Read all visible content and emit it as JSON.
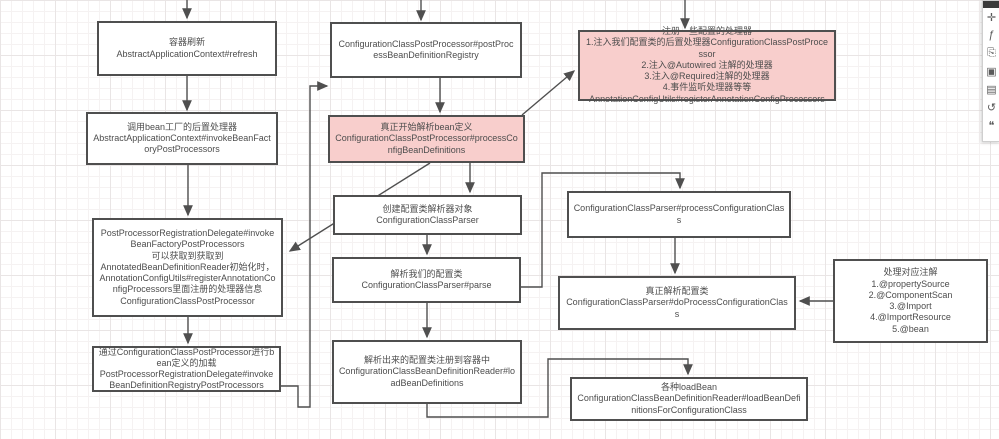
{
  "diagram": {
    "nodes": [
      {
        "id": "refresh",
        "style": "plain",
        "text": "容器刷新\nAbstractApplicationContext#refresh"
      },
      {
        "id": "invoke-bean-factory-post-processors",
        "style": "plain",
        "text": "调用bean工厂的后置处理器\nAbstractApplicationContext#invokeBeanFactoryPostProcessors"
      },
      {
        "id": "delegate-invoke",
        "style": "plain",
        "text": "PostProcessorRegistrationDelegate#invokeBeanFactoryPostProcessors\n可以获取到获取到\nAnnotatedBeanDefinitionReader初始化时，\nAnnotationConfigUtils#registerAnnotationConfigProcessors里面注册的处理器信息\nConfigurationClassPostProcessor"
      },
      {
        "id": "bean-definition-loading",
        "style": "plain",
        "text": "通过ConfigurationClassPostProcessor进行bean定义的加载\nPostProcessorRegistrationDelegate#invokeBeanDefinitionRegistryPostProcessors"
      },
      {
        "id": "post-process-bean-definition-registry",
        "style": "plain",
        "text": "ConfigurationClassPostProcessor#postProcessBeanDefinitionRegistry"
      },
      {
        "id": "process-config-bean-definitions",
        "style": "pink",
        "text": "真正开始解析bean定义\nConfigurationClassPostProcessor#processConfigBeanDefinitions"
      },
      {
        "id": "register-annotation-config-processors",
        "style": "pink",
        "text": "注册一些配置的处理器\n1.注入我们配置类的后置处理器ConfigurationClassPostProcessor\n2.注入@Autowired 注解的处理器\n3.注入@Required注解的处理器\n4.事件监听处理器等等\nAnnotationConfigUtils#registerAnnotationConfigProcessors"
      },
      {
        "id": "create-parser",
        "style": "plain",
        "text": "创建配置类解析器对象\nConfigurationClassParser"
      },
      {
        "id": "parser-parse",
        "style": "plain",
        "text": "解析我们的配置类\nConfigurationClassParser#parse"
      },
      {
        "id": "reader-load-bean-definitions",
        "style": "plain",
        "text": "解析出来的配置类注册到容器中\nConfigurationClassBeanDefinitionReader#loadBeanDefinitions"
      },
      {
        "id": "process-configuration-class",
        "style": "plain",
        "text": "ConfigurationClassParser#processConfigurationClass"
      },
      {
        "id": "do-process-configuration-class",
        "style": "plain",
        "text": "真正解析配置类\nConfigurationClassParser#doProcessConfigurationClass"
      },
      {
        "id": "handle-annotations",
        "style": "plain",
        "text": "处理对应注解\n1.@propertySource\n2.@ComponentScan\n3.@Import\n4.@ImportResource\n5.@bean"
      },
      {
        "id": "load-bean-definitions-for-configuration-class",
        "style": "plain",
        "text": "各种loadBean\nConfigurationClassBeanDefinitionReader#loadBeanDefinitionsForConfigurationClass"
      }
    ]
  },
  "toolbar": {
    "icons": [
      {
        "name": "pan-icon",
        "glyph": "✛"
      },
      {
        "name": "waypoints-icon",
        "glyph": "ƒ"
      },
      {
        "name": "copy-icon",
        "glyph": "⎘"
      },
      {
        "name": "image-icon",
        "glyph": "▣"
      },
      {
        "name": "note-icon",
        "glyph": "▤"
      },
      {
        "name": "undo-icon",
        "glyph": "↺"
      },
      {
        "name": "comment-icon",
        "glyph": "❝"
      }
    ]
  },
  "colors": {
    "node_border": "#4f4f4f",
    "node_fill": "#ffffff",
    "highlight_fill": "#f8cecc",
    "connector": "#4f4f4f",
    "grid_minor": "#f5f2f2",
    "grid_major": "#e9e5e5"
  }
}
